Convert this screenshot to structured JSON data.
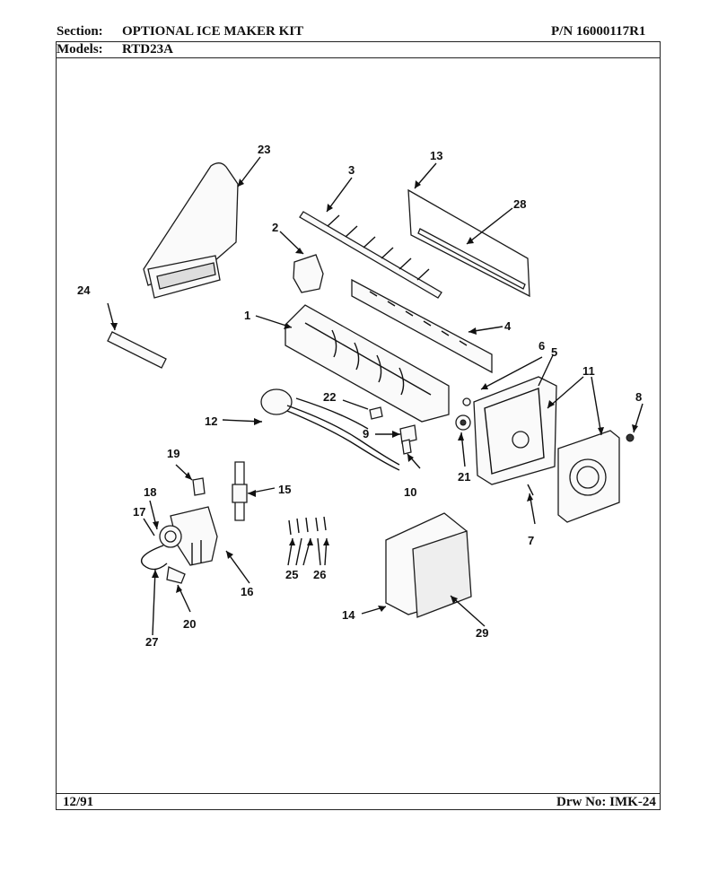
{
  "header": {
    "section_label": "Section:",
    "section_value": "OPTIONAL ICE MAKER KIT",
    "pn_label": "P/N",
    "pn_value": "16000117R1",
    "models_label": "Models:",
    "models_value": "RTD23A"
  },
  "footer": {
    "date": "12/91",
    "drawing_label": "Drw No:",
    "drawing_value": "IMK-24"
  },
  "callouts": {
    "c1": "1",
    "c2": "2",
    "c3": "3",
    "c4": "4",
    "c5": "5",
    "c6": "6",
    "c7": "7",
    "c8": "8",
    "c9": "9",
    "c10": "10",
    "c11": "11",
    "c12": "12",
    "c13": "13",
    "c14": "14",
    "c15": "15",
    "c16": "16",
    "c17": "17",
    "c18": "18",
    "c19": "19",
    "c20": "20",
    "c21": "21",
    "c22": "22",
    "c23": "23",
    "c24": "24",
    "c25": "25",
    "c26": "26",
    "c27": "27",
    "c28": "28",
    "c29": "29"
  }
}
